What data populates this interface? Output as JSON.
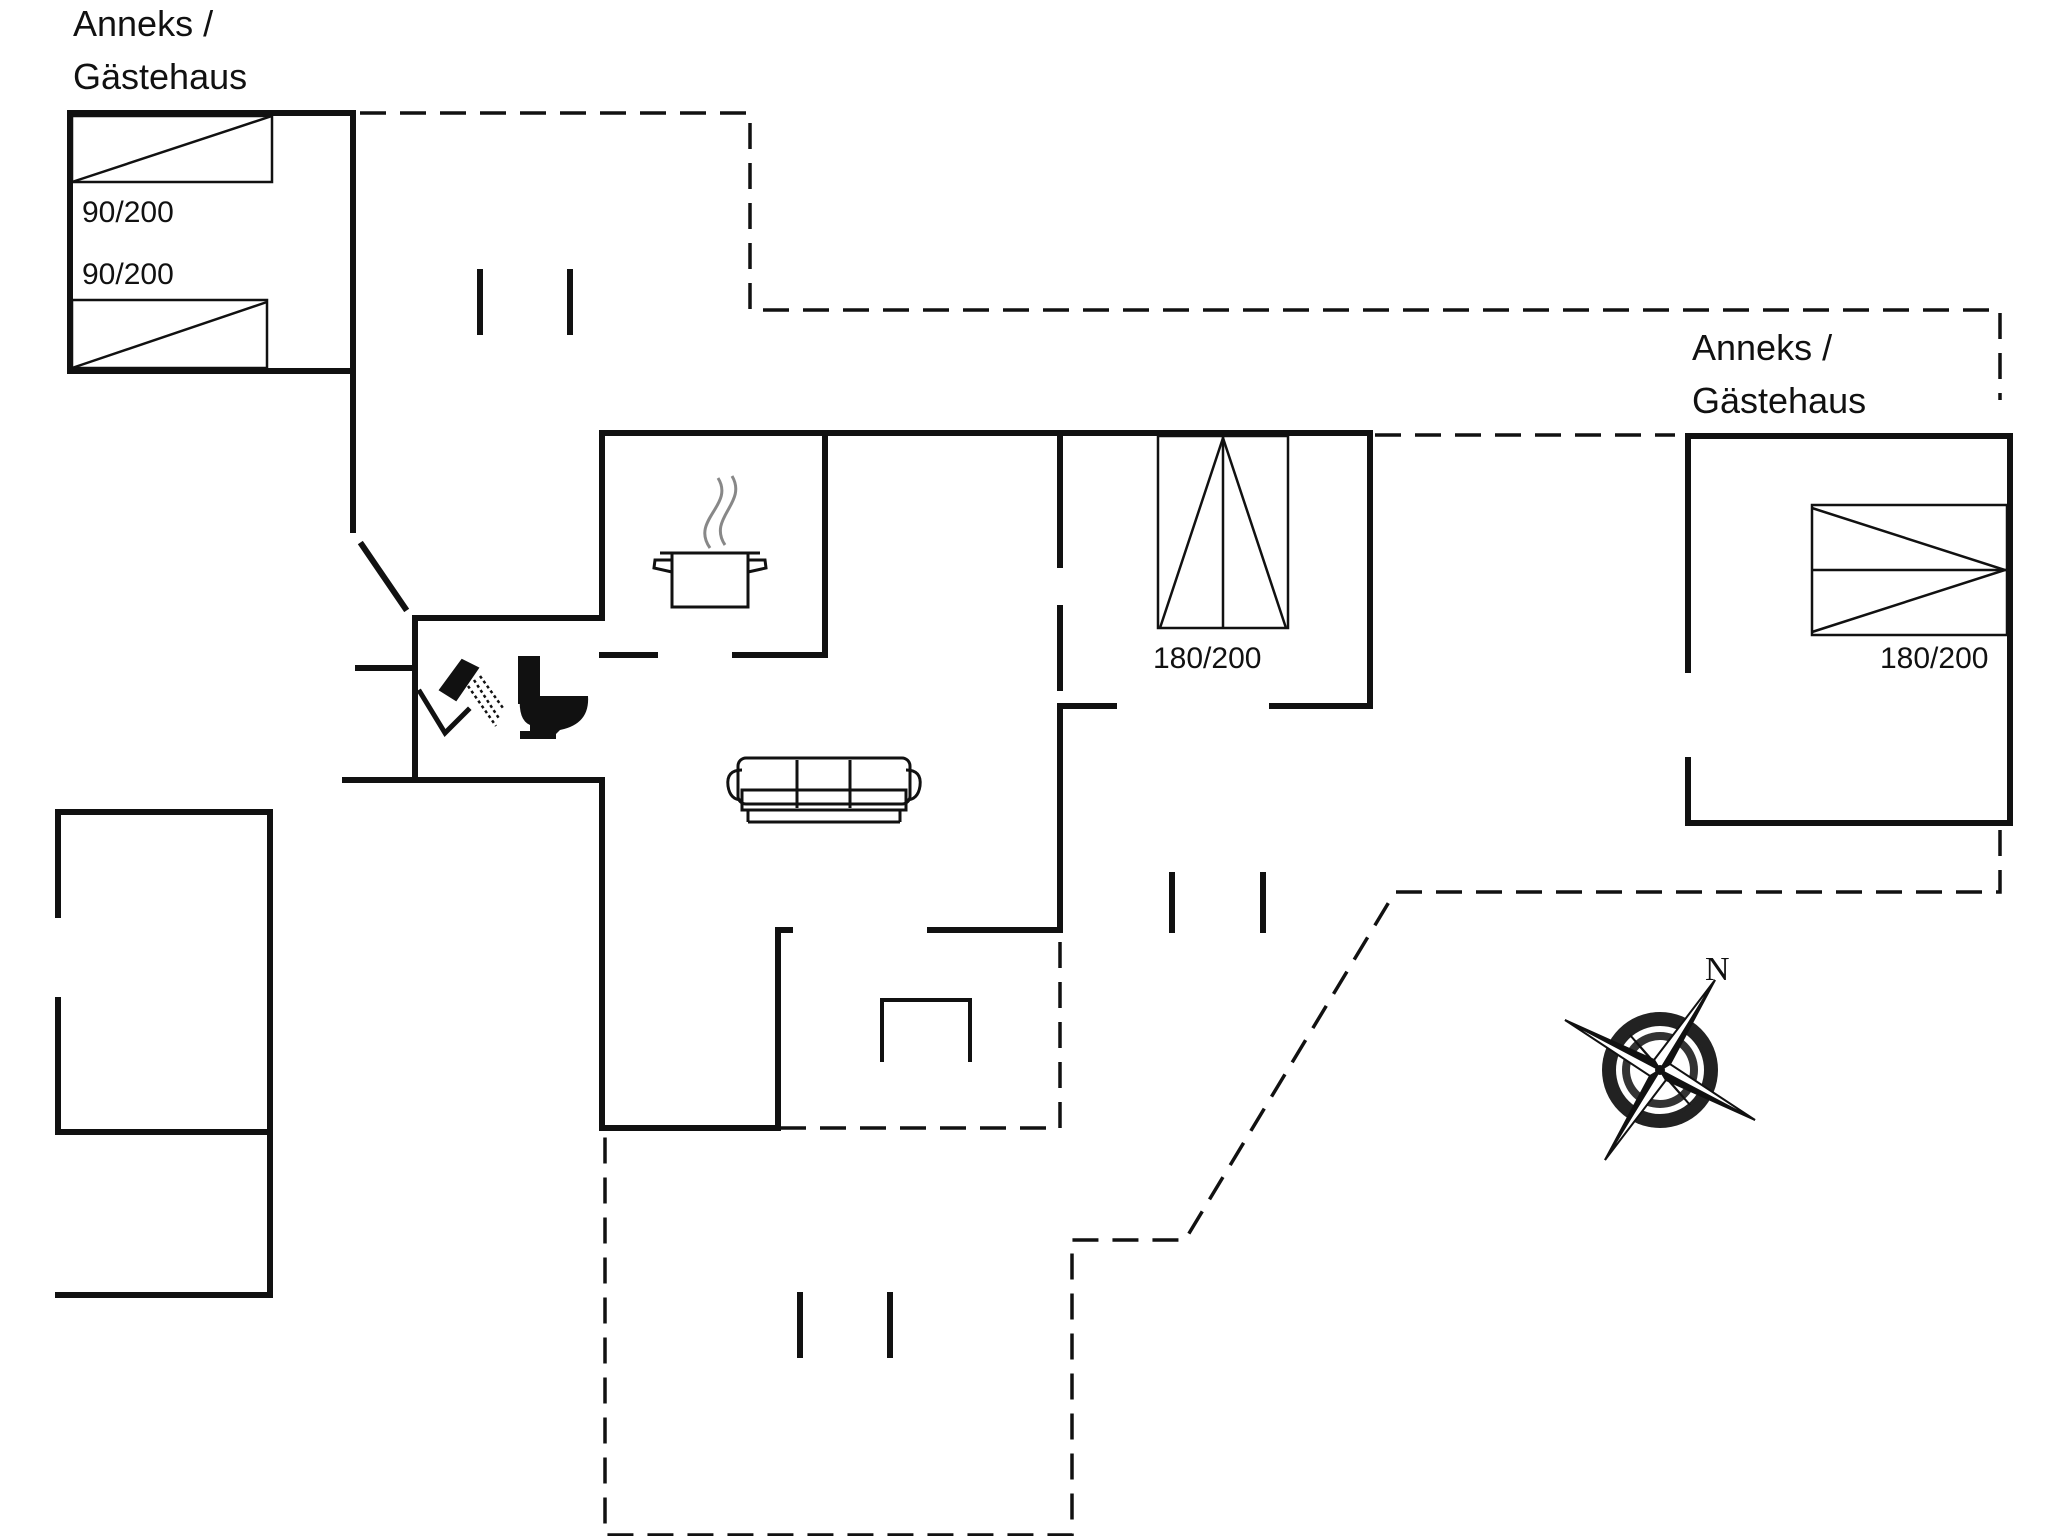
{
  "labels": {
    "annex_left_line1": "Anneks /",
    "annex_left_line2": "Gästehaus",
    "annex_right_line1": "Anneks /",
    "annex_right_line2": "Gästehaus"
  },
  "beds": {
    "single_top": "90/200",
    "single_bottom": "90/200",
    "double_main": "180/200",
    "double_annex": "180/200"
  },
  "compass": {
    "north": "N"
  },
  "icons": [
    "kitchen-pot-icon",
    "shower-icon",
    "toilet-icon",
    "sofa-icon",
    "table-icon",
    "compass-rose-icon"
  ]
}
